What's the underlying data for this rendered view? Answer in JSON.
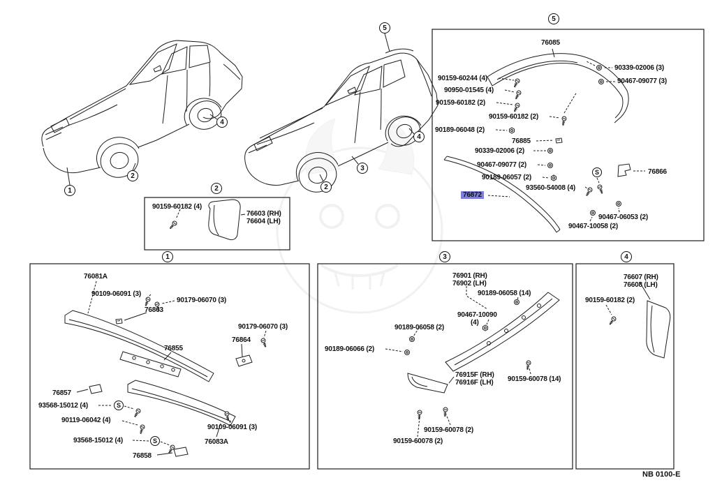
{
  "page": {
    "code": "NB 0100-E"
  },
  "highlight": {
    "color": "#7d7fd9",
    "selected_part": "76872"
  },
  "callouts": {
    "one": "1",
    "two": "2",
    "three": "3",
    "four": "4",
    "five": "5",
    "s": "S"
  },
  "panel5": {
    "labels": [
      "76085",
      "90339-02006 (3)",
      "90467-09077 (3)",
      "90159-60244 (4)",
      "90950-01545 (4)",
      "90159-60182 (2)",
      "90159-60182 (2)",
      "90189-06048 (2)",
      "76885",
      "90339-02006 (2)",
      "90467-09077 (2)",
      "90189-06057 (2)",
      "93560-54008 (4)",
      "76872",
      "76866",
      "90467-06053 (2)",
      "90467-10058 (2)"
    ]
  },
  "panel2": {
    "labels": [
      "90159-60182 (4)",
      "76603 (RH)",
      "76604 (LH)"
    ]
  },
  "panel1": {
    "labels": [
      "76081A",
      "90109-06091 (3)",
      "90179-06070 (3)",
      "76863",
      "90179-06070 (3)",
      "76864",
      "76855",
      "76857",
      "93568-15012 (4)",
      "90119-06042 (4)",
      "90109-06091 (3)",
      "93568-15012 (4)",
      "76083A",
      "76858"
    ]
  },
  "panel3": {
    "labels": [
      "76901 (RH)",
      "76902 (LH)",
      "90189-06058 (14)",
      "90467-10090",
      "(4)",
      "90189-06058 (2)",
      "90189-06066 (2)",
      "76915F (RH)",
      "76916F (LH)",
      "90159-60078 (14)",
      "90159-60078 (2)",
      "90159-60078 (2)"
    ]
  },
  "panel4": {
    "labels": [
      "76607 (RH)",
      "76608 (LH)",
      "90159-60182 (2)"
    ]
  }
}
